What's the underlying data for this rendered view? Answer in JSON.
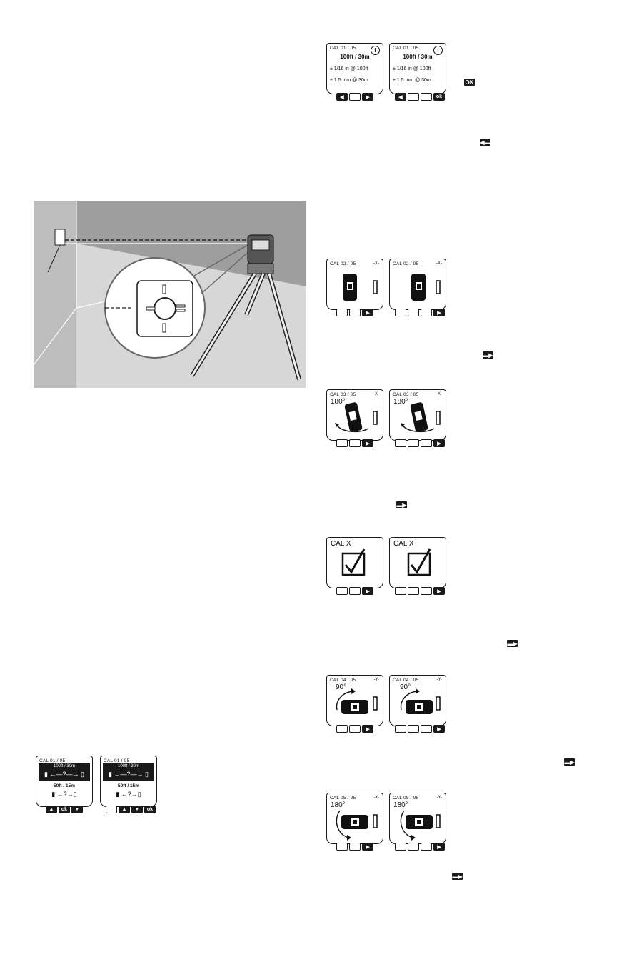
{
  "screens": {
    "s1a": {
      "header": "CAL 01 / 05",
      "range": "100ft / 30m",
      "acc1": "± 1/16 in @ 100ft",
      "acc2": "± 1.5 mm @ 30m"
    },
    "s1b": {
      "header": "CAL 01 / 05",
      "range": "100ft / 30m",
      "acc1": "± 1/16 in @ 100ft",
      "acc2": "± 1.5 mm @ 30m",
      "ok": "ok"
    },
    "s2a": {
      "header": "CAL 02 / 05",
      "axis": "-X-"
    },
    "s2b": {
      "header": "CAL 02 / 05",
      "axis": "-X-"
    },
    "s3a": {
      "header": "CAL 03 / 05",
      "axis": "-X-",
      "deg": "180°"
    },
    "s3b": {
      "header": "CAL 03 / 05",
      "axis": "-X-",
      "deg": "180°"
    },
    "s4a": {
      "title": "CAL X"
    },
    "s4b": {
      "title": "CAL X"
    },
    "s5a": {
      "header": "CAL 04 / 05",
      "axis": "-Y-",
      "deg": "90°"
    },
    "s5b": {
      "header": "CAL 04 / 05",
      "axis": "-Y-",
      "deg": "90°"
    },
    "s6a": {
      "header": "CAL 05 / 05",
      "axis": "-Y-",
      "deg": "180°"
    },
    "s6b": {
      "header": "CAL 05 / 05",
      "axis": "-Y-",
      "deg": "180°"
    },
    "d1a": {
      "header": "CAL 01 / 05",
      "long": "100ft / 30m",
      "short": "50ft / 15m",
      "ok": "ok"
    },
    "d1b": {
      "header": "CAL 01 / 05",
      "long": "100ft / 30m",
      "short": "50ft / 15m",
      "ok": "ok"
    }
  },
  "inline": {
    "ok_label": "OK"
  }
}
